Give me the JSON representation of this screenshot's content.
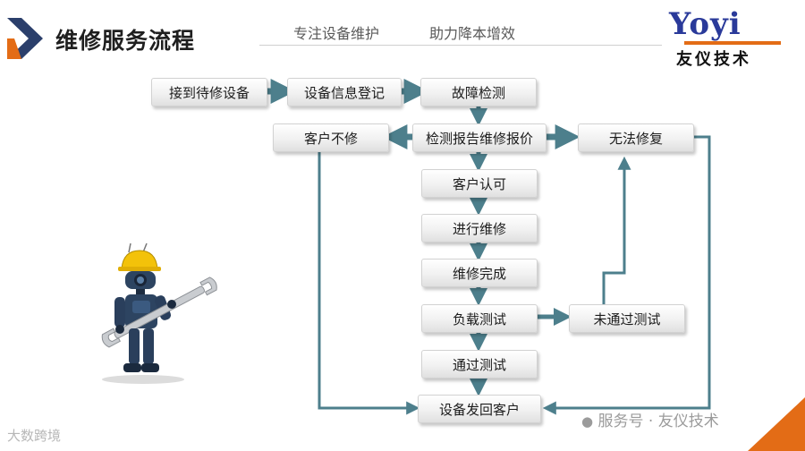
{
  "header": {
    "title": "维修服务流程",
    "slogan_left": "专注设备维护",
    "slogan_right": "助力降本增效"
  },
  "logo": {
    "name": "Yoyi",
    "subtitle": "友仪技术"
  },
  "flow": {
    "receive": "接到待修设备",
    "register": "设备信息登记",
    "diagnose": "故障检测",
    "report": "检测报告维修报价",
    "no_repair": "客户不修",
    "cannot_repair": "无法修复",
    "approve": "客户认可",
    "repairing": "进行维修",
    "repair_done": "维修完成",
    "load_test": "负载测试",
    "test_failed": "未通过测试",
    "test_passed": "通过测试",
    "return": "设备发回客户"
  },
  "watermark": {
    "left": "大数跨境",
    "right": "服务号 · 友仪技术"
  },
  "colors": {
    "arrow": "#4d7f8c",
    "accent": "#e36c16",
    "brand": "#2a3a9a",
    "chevron_dark": "#2b3f6b"
  }
}
